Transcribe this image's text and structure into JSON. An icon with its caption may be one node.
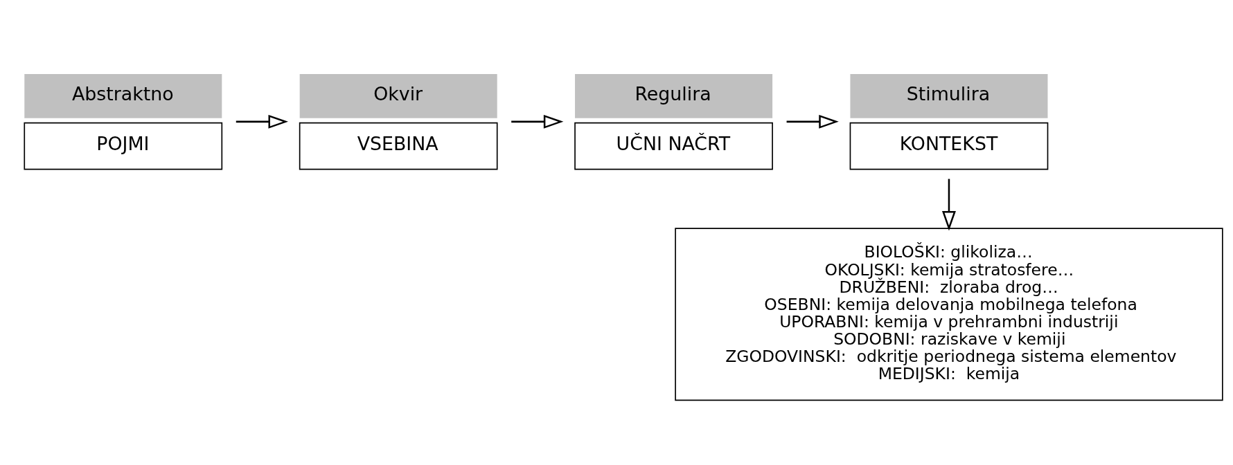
{
  "diagram": {
    "nodes": [
      {
        "text": [
          "Abstraktno",
          "POJMI"
        ]
      },
      {
        "text": [
          "Okvir",
          "VSEBINA"
        ]
      },
      {
        "text": [
          "Regulira",
          "UČNI NAČRT"
        ]
      },
      {
        "text": [
          "Stimulira",
          "KONTEKST"
        ]
      },
      {
        "text": [
          "BIOLOŠKI: glikoliza…",
          "OKOLJSKI: kemija stratosfere…",
          "DRUŽBENI:  zloraba drog…",
          "OSEBNI: kemija delovanja mobilnega telefona",
          "UPORABNI: kemija v prehrambni industriji",
          "SODOBNI: raziskave v kemiji",
          "ZGODOVINSKI:  odkritje periodnega sistema elementov",
          "MEDIJSKI:  kemija"
        ]
      }
    ],
    "edges": [
      {
        "from": 0,
        "to": 1,
        "arrow": "to"
      },
      {
        "from": 1,
        "to": 2,
        "arrow": "to"
      },
      {
        "from": 2,
        "to": 3,
        "arrow": "to"
      },
      {
        "from": 3,
        "to": 4,
        "arrow": "to"
      }
    ]
  }
}
